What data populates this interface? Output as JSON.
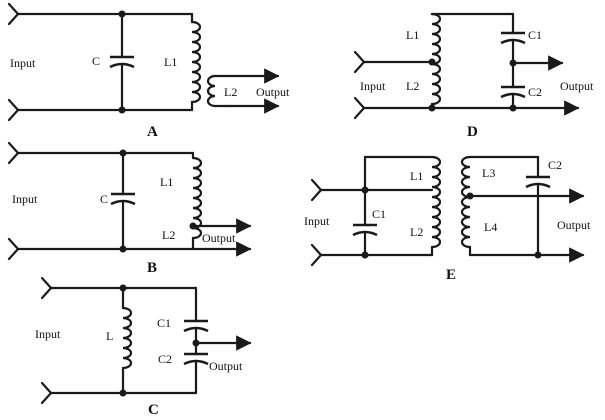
{
  "io": {
    "input": "Input",
    "output": "Output"
  },
  "circuits": {
    "A": {
      "caption": "A",
      "cap": "C",
      "coil1": "L1",
      "coil2": "L2"
    },
    "B": {
      "caption": "B",
      "cap": "C",
      "coil1": "L1",
      "coil2": "L2"
    },
    "C": {
      "caption": "C",
      "coil": "L",
      "cap1": "C1",
      "cap2": "C2"
    },
    "D": {
      "caption": "D",
      "coil1": "L1",
      "coil2": "L2",
      "cap1": "C1",
      "cap2": "C2"
    },
    "E": {
      "caption": "E",
      "coil1": "L1",
      "coil2": "L2",
      "coil3": "L3",
      "coil4": "L4",
      "cap1": "C1",
      "cap2": "C2"
    }
  }
}
